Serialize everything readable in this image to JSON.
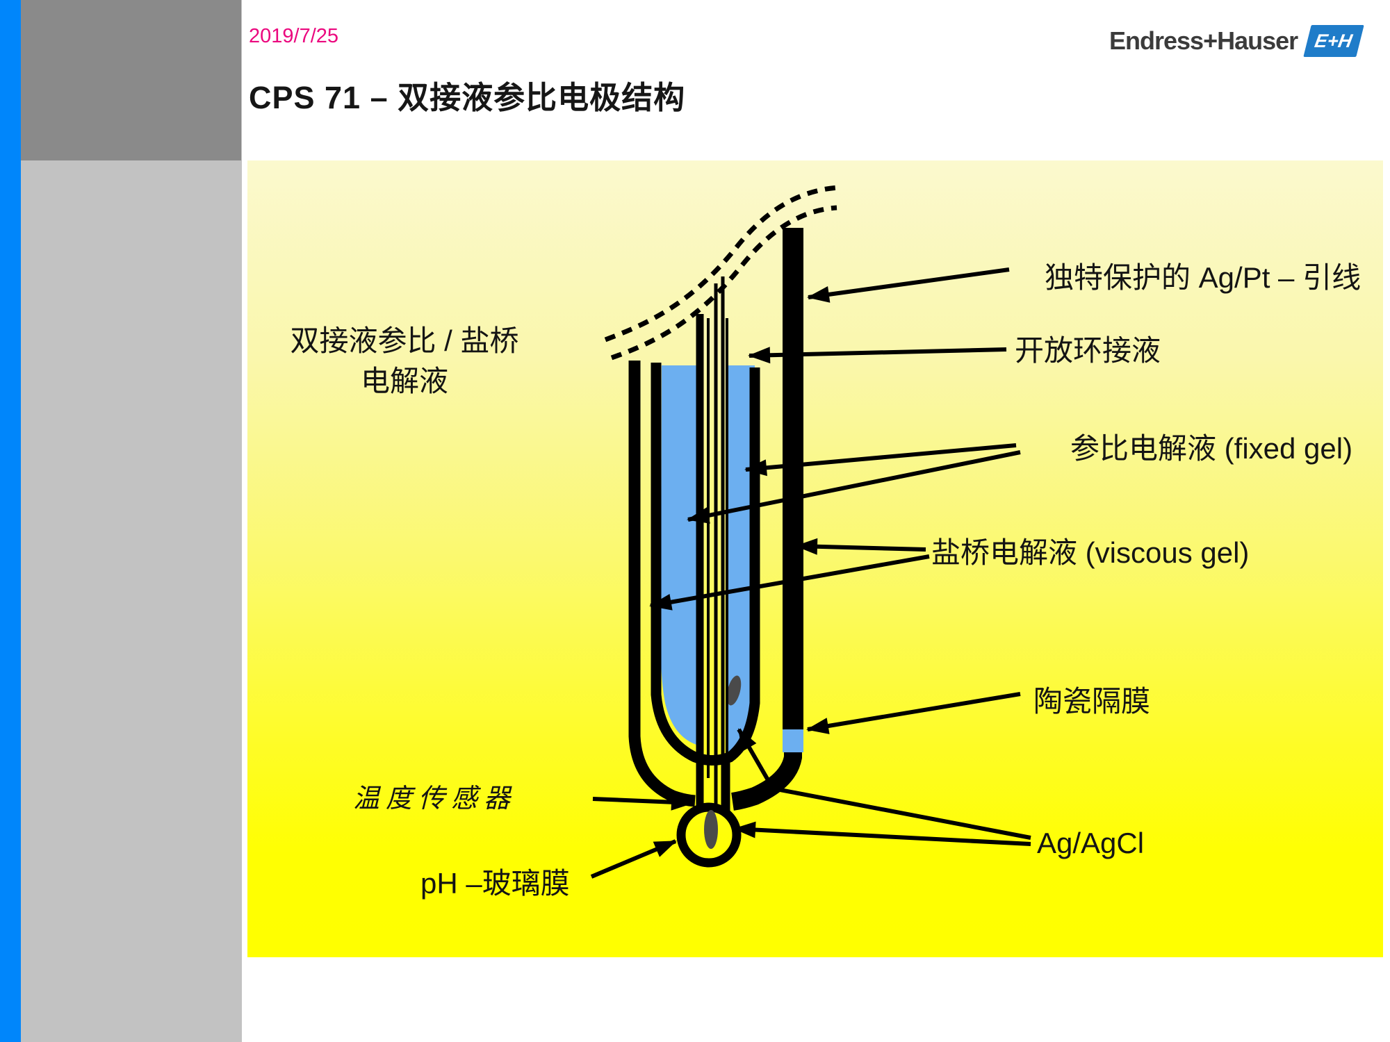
{
  "slide": {
    "date": "2019/7/25",
    "title": "CPS 71 – 双接液参比电极结构"
  },
  "logo": {
    "text": "Endress+Hauser",
    "mark": "E+H"
  },
  "labels": {
    "left_line1": "双接液参比 / 盐桥",
    "left_line2": "电解液",
    "agpt_lead": "独特保护的 Ag/Pt – 引线",
    "open_ring": "开放环接液",
    "ref_electrolyte": "参比电解液 (fixed gel)",
    "salt_bridge_electrolyte": "盐桥电解液 (viscous gel)",
    "ceramic_diaphragm": "陶瓷隔膜",
    "ag_agcl": "Ag/AgCl",
    "temp_sensor": "温度传感器",
    "ph_glass": "pH –玻璃膜"
  },
  "colors": {
    "accent_pink": "#EB077E",
    "sidebar_blue": "#0086FB",
    "sidebar_gray_dark": "#8A8A8A",
    "sidebar_gray_light": "#C2C2C2",
    "bg_yellow_top": "#FBF9CE",
    "bg_yellow_bottom": "#FFFF00",
    "liquid_blue": "#6CAFF0",
    "element_gray": "#4A4A4A",
    "logo_blue": "#1F7CC9",
    "line_black": "#000000"
  }
}
